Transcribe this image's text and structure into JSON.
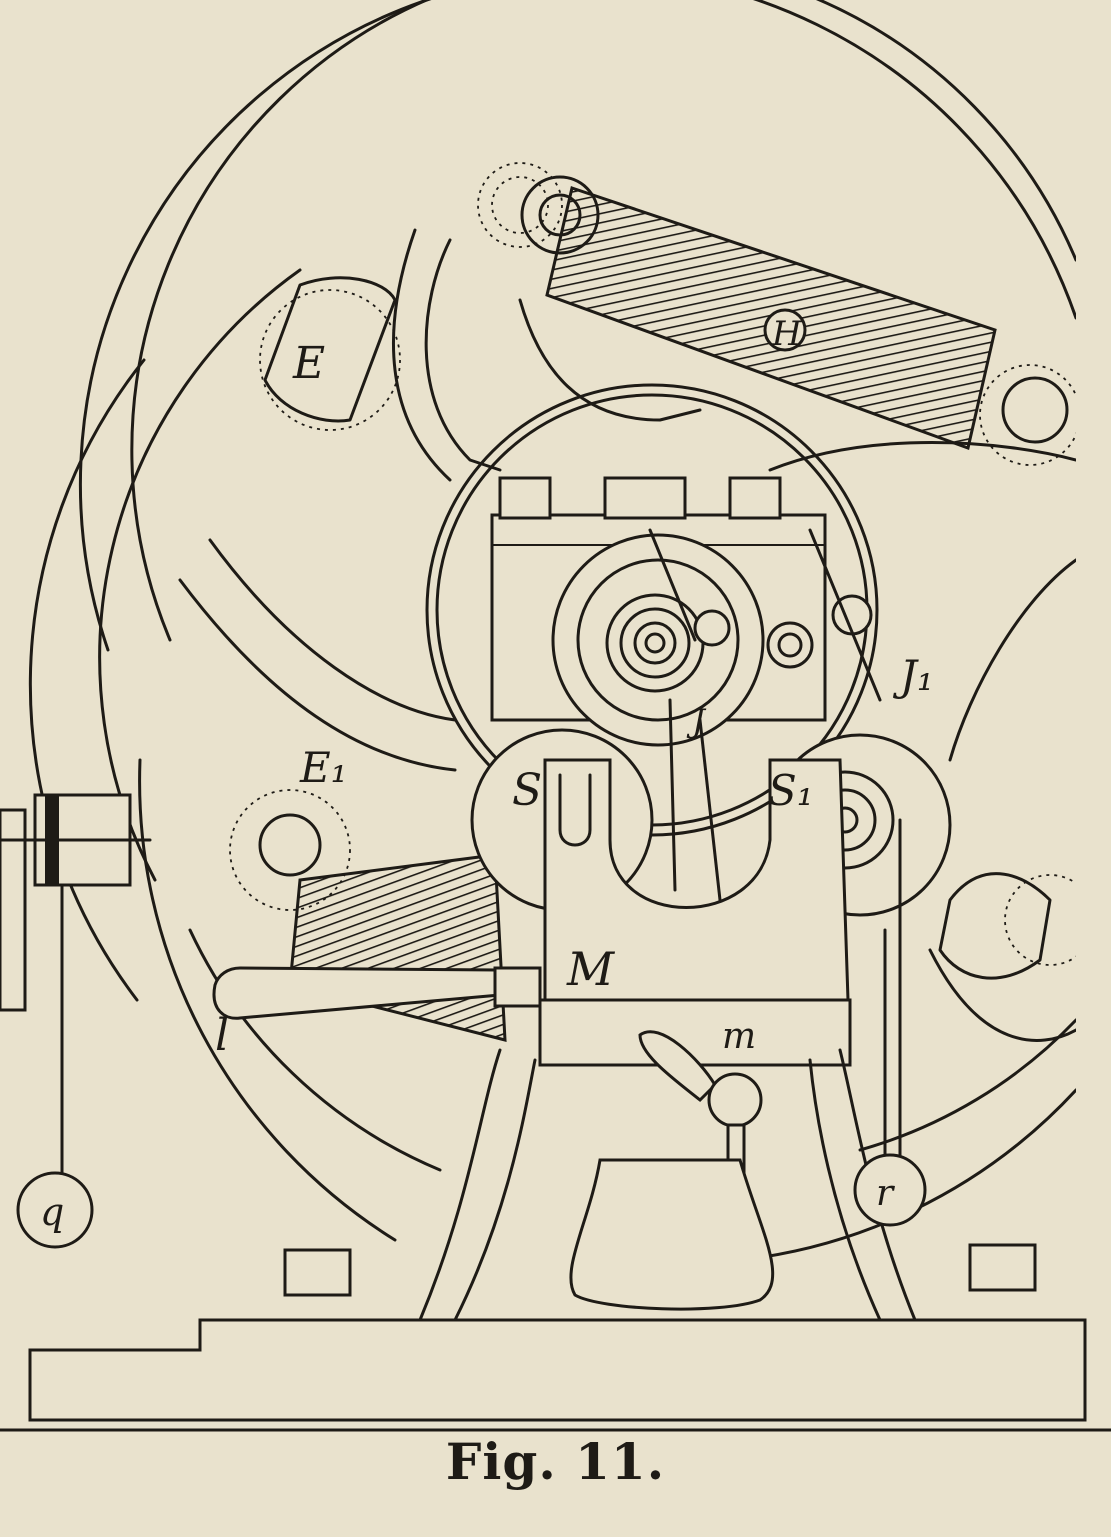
{
  "caption": "Fig. 11.",
  "labels": {
    "E": "E",
    "E1": "E₁",
    "H": "H",
    "J1": "J₁",
    "J": "J",
    "S": "S",
    "S1": "S₁",
    "M": "M",
    "m": "m",
    "l": "l",
    "q": "q",
    "r": "r"
  }
}
